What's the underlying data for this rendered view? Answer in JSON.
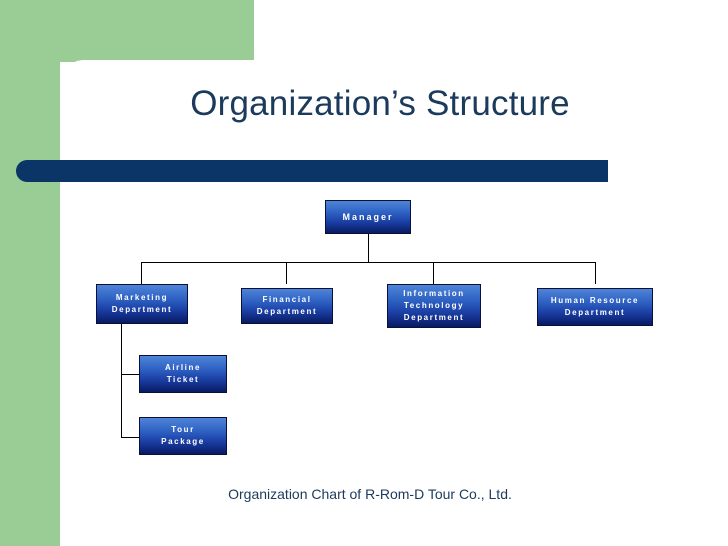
{
  "slide": {
    "title": "Organization’s Structure",
    "caption": "Organization Chart of R-Rom-D Tour Co., Ltd.",
    "colors": {
      "accent_green": "#9acc96",
      "title_bar_navy": "#0b3567",
      "title_text": "#1b3a5c",
      "node_gradient_top": "#4f84d8",
      "node_gradient_bottom": "#081a63",
      "node_border": "#0a1038",
      "node_text": "#ffffff",
      "connector": "#000000"
    }
  },
  "chart_data": {
    "type": "org-chart",
    "title": "Organization’s Structure",
    "caption": "Organization Chart of R-Rom-D Tour Co., Ltd.",
    "nodes": [
      {
        "id": "manager",
        "lines": [
          "Manager"
        ],
        "level": 0,
        "parent": null
      },
      {
        "id": "marketing",
        "lines": [
          "Marketing",
          "Department"
        ],
        "level": 1,
        "parent": "manager"
      },
      {
        "id": "financial",
        "lines": [
          "Financial",
          "Department"
        ],
        "level": 1,
        "parent": "manager"
      },
      {
        "id": "it",
        "lines": [
          "Information",
          "Technology",
          "Department"
        ],
        "level": 1,
        "parent": "manager"
      },
      {
        "id": "hr",
        "lines": [
          "Human Resource",
          "Department"
        ],
        "level": 1,
        "parent": "manager"
      },
      {
        "id": "airline",
        "lines": [
          "Airline",
          "Ticket"
        ],
        "level": 2,
        "parent": "marketing"
      },
      {
        "id": "tour",
        "lines": [
          "Tour",
          "Package"
        ],
        "level": 2,
        "parent": "marketing"
      }
    ]
  }
}
